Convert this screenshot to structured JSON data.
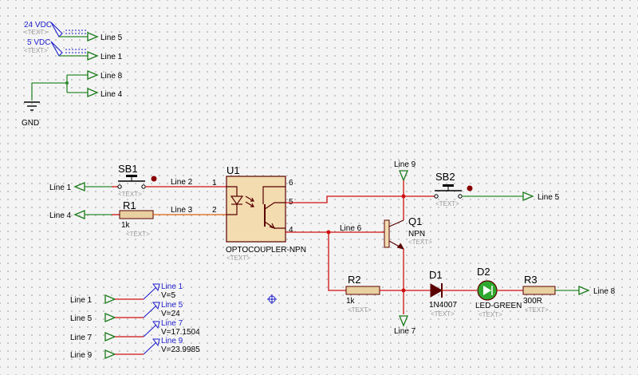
{
  "power": {
    "v24": {
      "label": "24 VDC",
      "text": "<TEXT>",
      "net": "Line 5"
    },
    "v5": {
      "label": "5 VDC",
      "text": "<TEXT>",
      "net": "Line 1"
    }
  },
  "ground": {
    "label": "GND",
    "nets": [
      "Line 8",
      "Line 4"
    ]
  },
  "left_terminals": {
    "sb1_in": "Line 1",
    "r1_in": "Line 4"
  },
  "sb1": {
    "ref": "SB1",
    "text": "<TEXT>"
  },
  "r1": {
    "ref": "R1",
    "value": "1k",
    "text": "<TEXT>"
  },
  "u1": {
    "ref": "U1",
    "part": "OPTOCOUPLER-NPN",
    "text": "<TEXT>",
    "pins": [
      "1",
      "2",
      "6",
      "5",
      "4"
    ]
  },
  "nets": {
    "line2": "Line 2",
    "line3": "Line 3",
    "line6": "Line 6"
  },
  "q1": {
    "ref": "Q1",
    "type": "NPN",
    "text": "<TEXT>"
  },
  "top_terminal": "Line 9",
  "sb2": {
    "ref": "SB2",
    "text": "<TEXT>",
    "out": "Line 5"
  },
  "r2": {
    "ref": "R2",
    "value": "1k",
    "text": "<TEXT>"
  },
  "d1": {
    "ref": "D1",
    "part": "1N4007",
    "text": "<TEXT>"
  },
  "d2": {
    "ref": "D2",
    "part": "LED-GREEN",
    "text": "<TEXT>"
  },
  "r3": {
    "ref": "R3",
    "value": "300R",
    "text": "<TEXT>",
    "out": "Line 8"
  },
  "bottom_terminal": "Line 7",
  "probes": [
    {
      "net": "Line 1",
      "name": "Line 1",
      "value": "V=5"
    },
    {
      "net": "Line 5",
      "name": "Line 5",
      "value": "V=24"
    },
    {
      "net": "Line 7",
      "name": "Line 7",
      "value": "V=17.1504"
    },
    {
      "net": "Line 9",
      "name": "Line 9",
      "value": "V=23.9985"
    }
  ]
}
